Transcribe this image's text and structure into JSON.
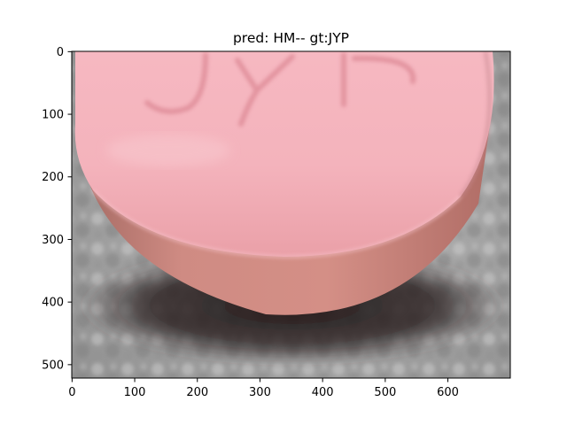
{
  "figure": {
    "title": "pred: HM-- gt:JYP",
    "image_subject": "pink round pill with embossed JYP marking on grey textured background",
    "colors": {
      "pill_top": "#f4b0b9",
      "pill_side": "#d0867c",
      "background": "#a9a9a9",
      "shadow": "#2a1f1f"
    }
  },
  "chart_data": {
    "type": "image",
    "title": "pred: HM-- gt:JYP",
    "xlim": [
      0,
      700
    ],
    "ylim": [
      520,
      0
    ],
    "x_ticks": [
      "0",
      "100",
      "200",
      "300",
      "400",
      "500",
      "600"
    ],
    "y_ticks": [
      "0",
      "100",
      "200",
      "300",
      "400",
      "500"
    ],
    "grid": false
  }
}
